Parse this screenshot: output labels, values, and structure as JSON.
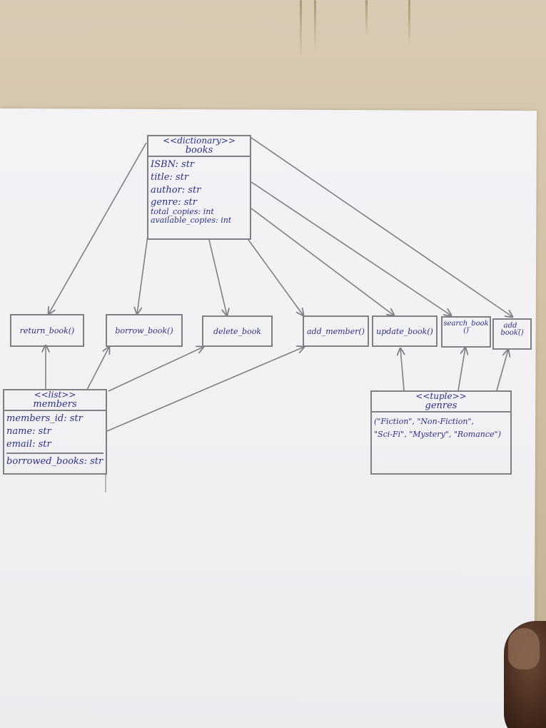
{
  "classes": {
    "books": {
      "stereotype": "<<dictionary>>",
      "name": "books",
      "attributes": [
        "ISBN: str",
        "title: str",
        "author: str",
        "genre: str",
        "total_copies: int",
        "available_copies: int"
      ]
    },
    "members": {
      "stereotype": "<<list>>",
      "name": "members",
      "attributes": [
        "members_id: str",
        "name: str",
        "email: str",
        "borrowed_books: str"
      ]
    },
    "genres": {
      "stereotype": "<<tuple>>",
      "name": "genres",
      "values_line1": "(\"Fiction\", \"Non-Fiction\",",
      "values_line2": "\"Sci-Fi\", \"Mystery\", \"Romance\")"
    }
  },
  "methods": {
    "return_book": "return_book()",
    "borrow_book": "borrow_book()",
    "delete_book": "delete_book",
    "add_member": "add_member()",
    "update_book": "update_book()",
    "search_book": "search_book ()",
    "add_book": "add_ book()"
  },
  "colors": {
    "ink": "#2b2f86",
    "pencil": "#7f7f86",
    "paper": "#f1f1f4"
  }
}
